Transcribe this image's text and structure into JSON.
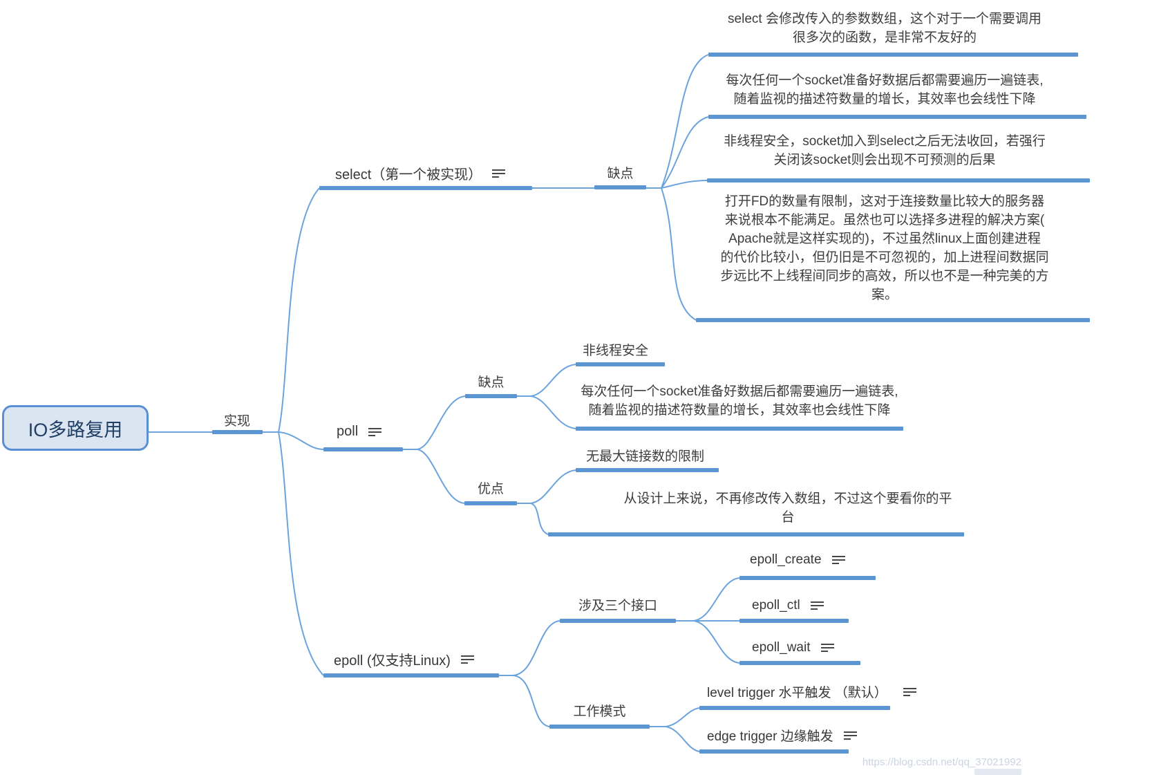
{
  "colors": {
    "line": "#6ba3dd",
    "underline": "#5b96d2",
    "root_fill": "#dbe4f1",
    "root_border": "#5b8fd4",
    "root_text": "#1f3f66",
    "topic_text": "#3d3d3d"
  },
  "map": {
    "root": "IO多路复用",
    "shixian": "实现",
    "select": {
      "label": "select（第一个被实现）",
      "cons_title": "缺点",
      "cons": [
        {
          "l1": "select 会修改传入的参数数组，这个对于一个需要调用",
          "l2": "很多次的函数，是非常不友好的"
        },
        {
          "l1": "每次任何一个socket准备好数据后都需要遍历一遍链表,",
          "l2": "随着监视的描述符数量的增长，其效率也会线性下降"
        },
        {
          "l1": "非线程安全，socket加入到select之后无法收回，若强行",
          "l2": "关闭该socket则会出现不可预测的后果"
        },
        {
          "l1": "打开FD的数量有限制，这对于连接数量比较大的服务器",
          "l2": "来说根本不能满足。虽然也可以选择多进程的解决方案(",
          "l3": "Apache就是这样实现的)，不过虽然linux上面创建进程",
          "l4": "的代价比较小，但仍旧是不可忽视的，加上进程间数据同",
          "l5": "步远比不上线程间同步的高效，所以也不是一种完美的方",
          "l6": "案。"
        }
      ]
    },
    "poll": {
      "label": "poll",
      "cons_title": "缺点",
      "pros_title": "优点",
      "cons": [
        {
          "l1": "非线程安全"
        },
        {
          "l1": "每次任何一个socket准备好数据后都需要遍历一遍链表,",
          "l2": "随着监视的描述符数量的增长，其效率也会线性下降"
        }
      ],
      "pros": [
        {
          "l1": "无最大链接数的限制"
        },
        {
          "l1": "从设计上来说，不再修改传入数组，不过这个要看你的平",
          "l2": "台"
        }
      ]
    },
    "epoll": {
      "label": "epoll (仅支持Linux)",
      "api_title": "涉及三个接口",
      "apis": [
        "epoll_create",
        "epoll_ctl",
        "epoll_wait"
      ],
      "mode_title": "工作模式",
      "modes": [
        "level trigger 水平触发 （默认）",
        "edge trigger 边缘触发"
      ]
    }
  },
  "watermark": "https://blog.csdn.net/qq_37021992"
}
